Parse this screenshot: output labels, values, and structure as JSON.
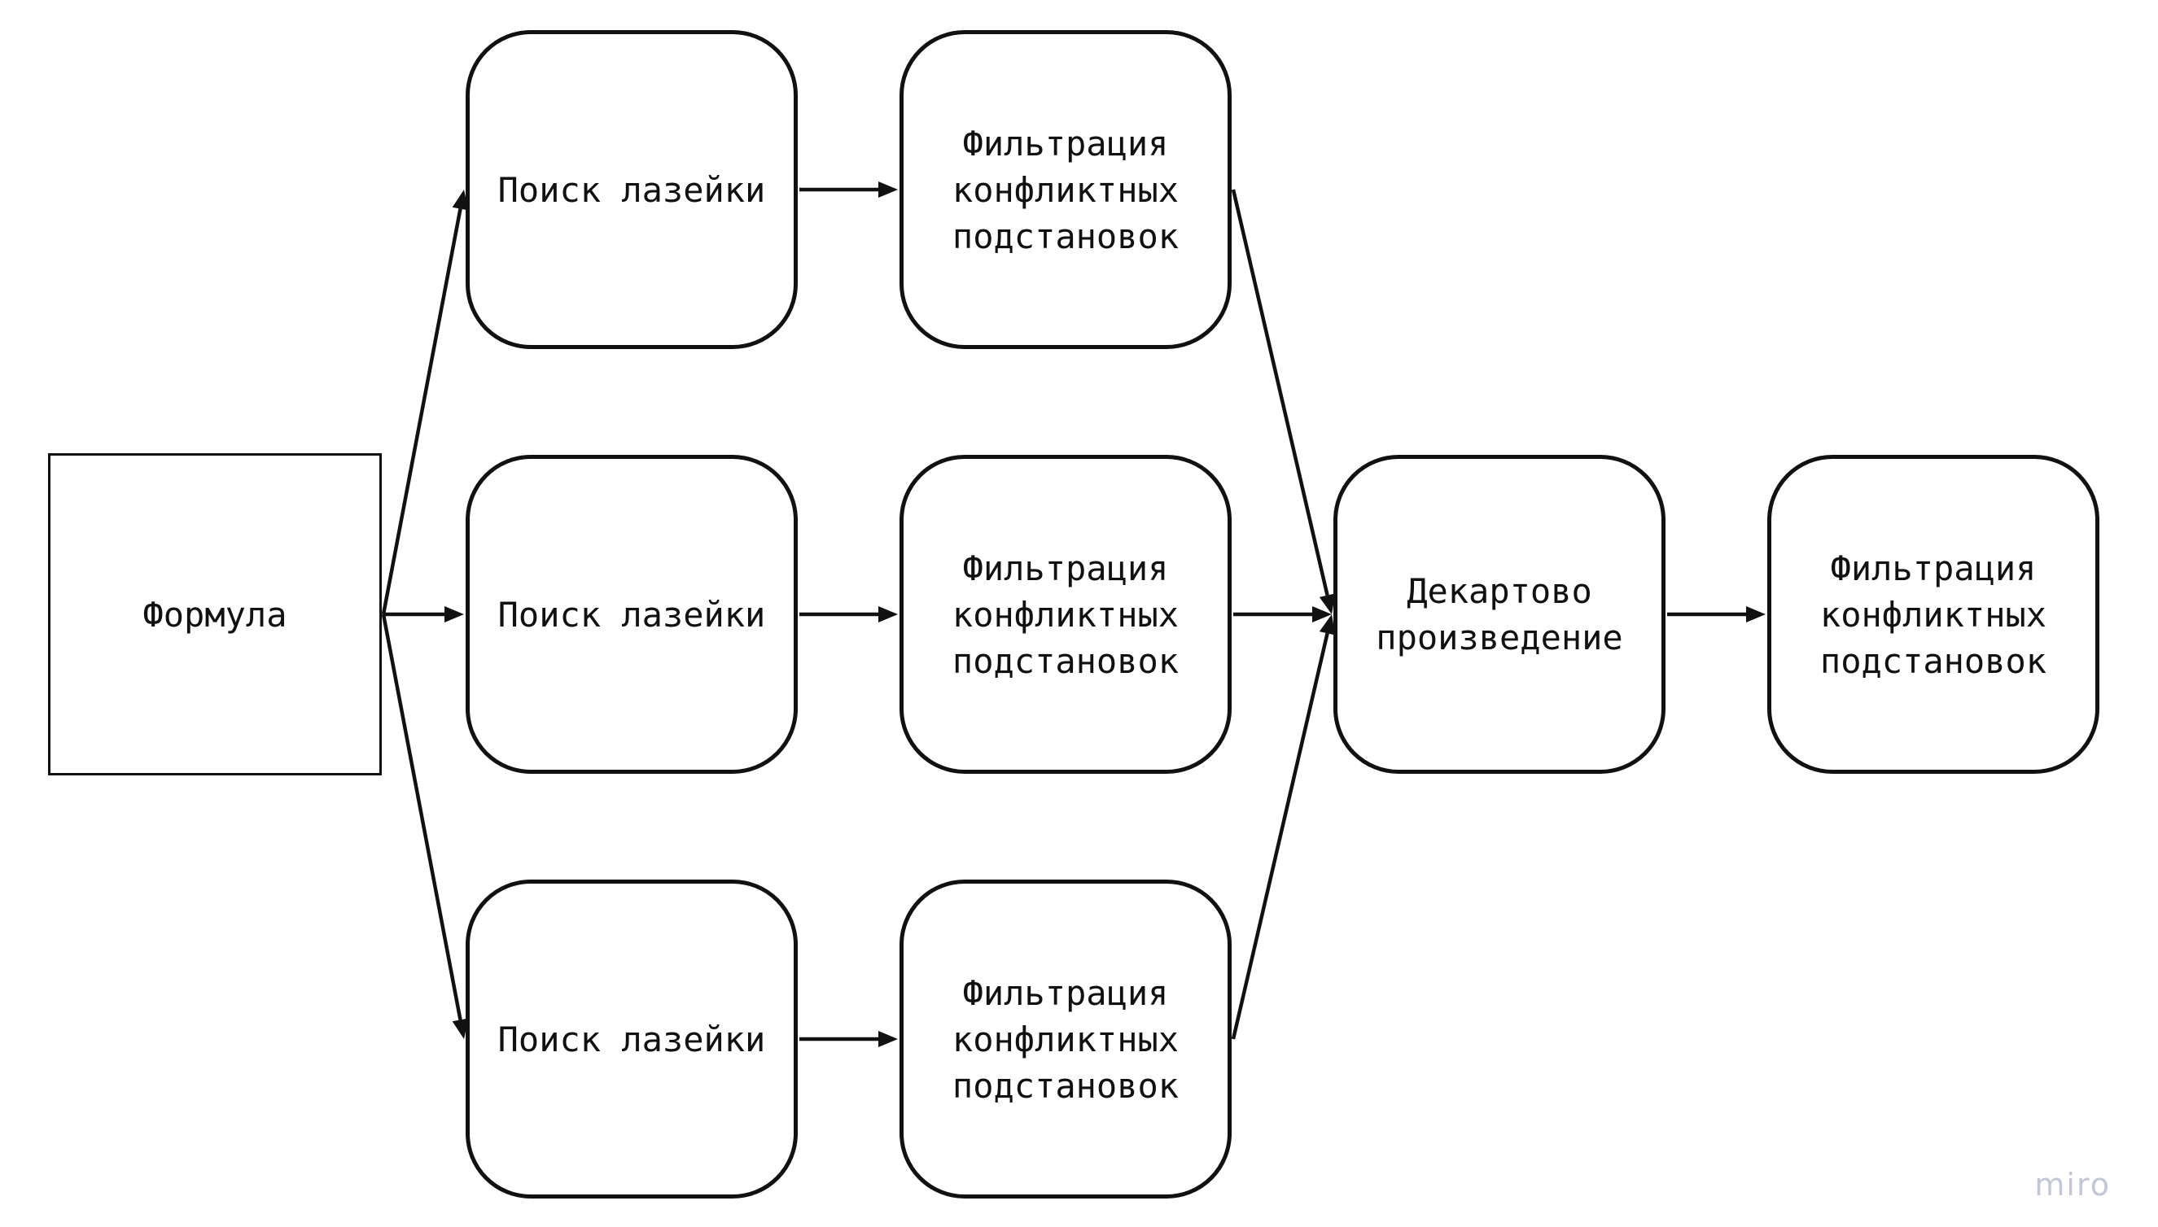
{
  "diagram": {
    "nodes": {
      "formula": "Формула",
      "search_1": "Поиск лазейки",
      "search_2": "Поиск лазейки",
      "search_3": "Поиск лазейки",
      "filter_1": "Фильтрация\nконфликтных\nподстановок",
      "filter_2": "Фильтрация\nконфликтных\nподстановок",
      "filter_3": "Фильтрация\nконфликтных\nподстановок",
      "cartesian": "Декартово\nпроизведение",
      "filter_final": "Фильтрация\nконфликтных\nподстановок"
    },
    "edges": [
      {
        "from": "formula",
        "to": "search_1"
      },
      {
        "from": "formula",
        "to": "search_2"
      },
      {
        "from": "formula",
        "to": "search_3"
      },
      {
        "from": "search_1",
        "to": "filter_1"
      },
      {
        "from": "search_2",
        "to": "filter_2"
      },
      {
        "from": "search_3",
        "to": "filter_3"
      },
      {
        "from": "filter_1",
        "to": "cartesian"
      },
      {
        "from": "filter_2",
        "to": "cartesian"
      },
      {
        "from": "filter_3",
        "to": "cartesian"
      },
      {
        "from": "cartesian",
        "to": "filter_final"
      }
    ],
    "line_color": "#111111"
  },
  "watermark": "miro"
}
